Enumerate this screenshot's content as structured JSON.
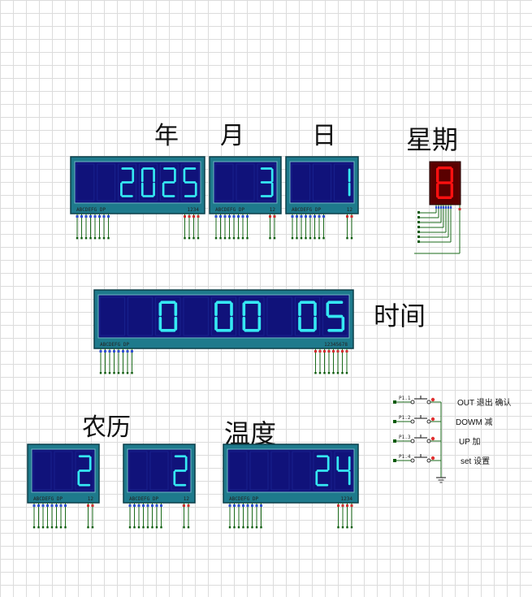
{
  "labels": {
    "year": "年",
    "month": "月",
    "day": "日",
    "weekday": "星期",
    "time": "时间",
    "lunar": "农历",
    "temperature": "温度"
  },
  "displays": {
    "year": {
      "digits": "2025",
      "seg_label": "ABCDEFG DP",
      "pin_label": "1234"
    },
    "month": {
      "digits": "3",
      "seg_label": "ABCDEFG DP",
      "pin_label": "12"
    },
    "day": {
      "digits": "1",
      "seg_label": "ABCDEFG DP",
      "pin_label": "12"
    },
    "time": {
      "digits": "0 00 05",
      "seg_label": "ABCDEFG DP",
      "pin_label": "12345678"
    },
    "lunar_month": {
      "digits": "2",
      "seg_label": "ABCDEFG DP",
      "pin_label": "12"
    },
    "lunar_day": {
      "digits": "2",
      "seg_label": "ABCDEFG DP",
      "pin_label": "12"
    },
    "temp": {
      "digits": "24",
      "seg_label": "ABCDEFG DP",
      "pin_label": "1234"
    }
  },
  "weekday_display": {
    "digit": "8"
  },
  "buttons": [
    {
      "label": "OUT  退出 确认"
    },
    {
      "label": "DOWM  减"
    },
    {
      "label": "UP  加"
    },
    {
      "label": "set 设置"
    }
  ],
  "colors": {
    "bezel": "#1e7a8c",
    "screen": "#10127a",
    "digit_on": "#35e8f2",
    "digit_off": "#1c2a94",
    "red_digit": "#ff1010",
    "red_case": "#5a0000"
  }
}
